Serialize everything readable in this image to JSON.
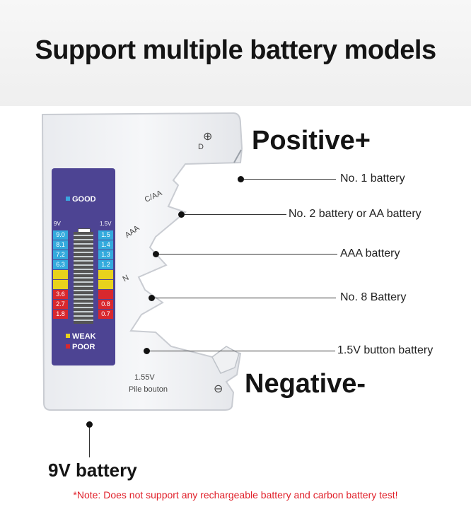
{
  "headline": "Support multiple battery models",
  "polarity": {
    "positive": "Positive+",
    "negative": "Negative-"
  },
  "device": {
    "symbol_plus": "⊕",
    "symbol_minus": "⊖",
    "slot_d": "D",
    "slot_c_aa": "C/AA",
    "slot_aaa": "AAA",
    "slot_n": "N",
    "tray_line1": "1.55V",
    "tray_line2": "Pile bouton",
    "panel": {
      "good": "GOOD",
      "weak": "WEAK",
      "poor": "POOR",
      "head_9v": "9V",
      "head_15v": "1.5V",
      "rows": [
        {
          "v9": "9.0",
          "v15": "1.5",
          "color": "#33aadd"
        },
        {
          "v9": "8.1",
          "v15": "1.4",
          "color": "#33aadd"
        },
        {
          "v9": "7.2",
          "v15": "1.3",
          "color": "#33aadd"
        },
        {
          "v9": "6.3",
          "v15": "1.2",
          "color": "#33aadd"
        },
        {
          "v9": "",
          "v15": "",
          "color": "#e8d21c"
        },
        {
          "v9": "",
          "v15": "",
          "color": "#e8d21c"
        },
        {
          "v9": "3.6",
          "v15": "",
          "color": "#d8282e"
        },
        {
          "v9": "2.7",
          "v15": "0.8",
          "color": "#d8282e"
        },
        {
          "v9": "1.8",
          "v15": "0.7",
          "color": "#d8282e"
        }
      ],
      "colors": {
        "good": "#3aa6e0",
        "weak": "#e8d21c",
        "poor": "#d8282e",
        "panel": "#4d4493"
      }
    }
  },
  "callouts": [
    "No. 1 battery",
    "No. 2 battery or AA battery",
    "AAA battery",
    "No. 8 Battery",
    "1.5V button battery",
    "9V battery"
  ],
  "note": "*Note: Does not support any rechargeable battery and carbon battery test!"
}
